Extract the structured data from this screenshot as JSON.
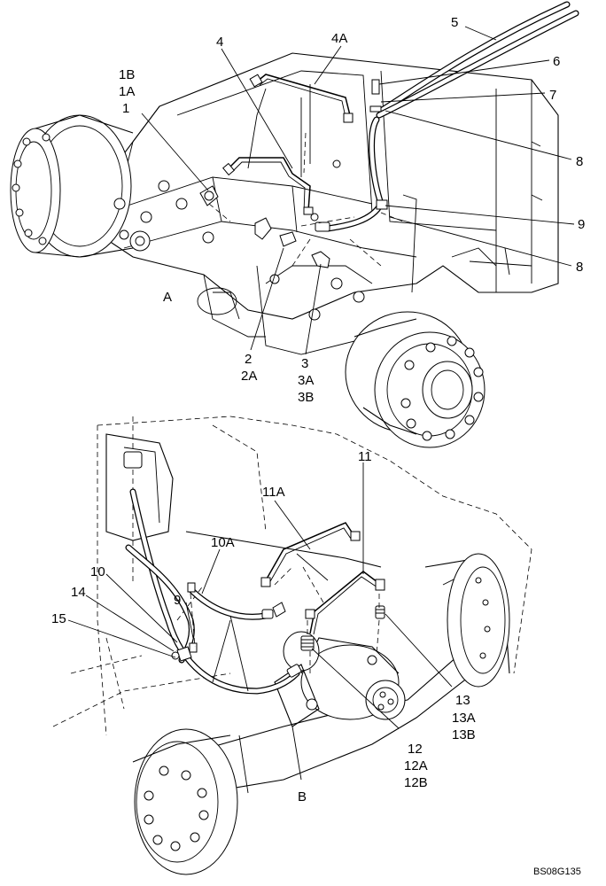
{
  "drawing_id": "BS08G135",
  "views": {
    "top": "A",
    "bottom": "B"
  },
  "callouts": {
    "c1B": "1B",
    "c1A": "1A",
    "c1": "1",
    "c4": "4",
    "c4A": "4A",
    "c5": "5",
    "c6": "6",
    "c7": "7",
    "c8a": "8",
    "c8b": "8",
    "c9a": "9",
    "c2": "2",
    "c2A": "2A",
    "c3": "3",
    "c3A": "3A",
    "c3B": "3B",
    "c11": "11",
    "c11A": "11A",
    "c10A": "10A",
    "c10": "10",
    "c14": "14",
    "c9b": "9",
    "c15": "15",
    "c13": "13",
    "c13A": "13A",
    "c13B": "13B",
    "c12": "12",
    "c12A": "12A",
    "c12B": "12B"
  }
}
